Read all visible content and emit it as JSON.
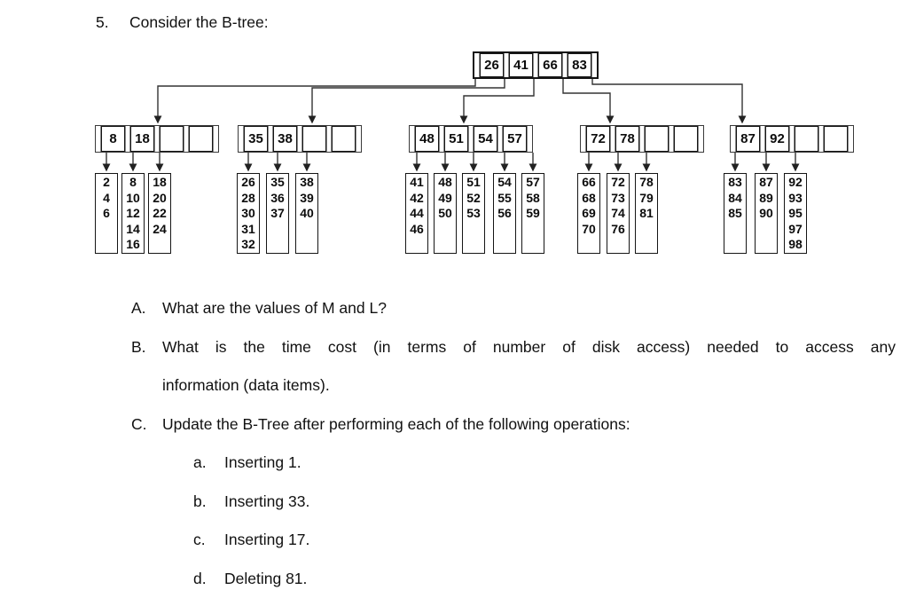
{
  "document": {
    "question_number": "5.",
    "question_title": "Consider the B-tree:"
  },
  "btree": {
    "root": {
      "keys": [
        "26",
        "41",
        "66",
        "83"
      ]
    },
    "internal_nodes": [
      {
        "keys": [
          "8",
          "18",
          "",
          ""
        ]
      },
      {
        "keys": [
          "35",
          "38",
          "",
          ""
        ]
      },
      {
        "keys": [
          "48",
          "51",
          "54",
          "57"
        ]
      },
      {
        "keys": [
          "72",
          "78",
          "",
          ""
        ]
      },
      {
        "keys": [
          "87",
          "92",
          "",
          ""
        ]
      }
    ],
    "leaf_groups": [
      [
        [
          "2",
          "4",
          "6"
        ],
        [
          "8",
          "10",
          "12",
          "14",
          "16"
        ],
        [
          "18",
          "20",
          "22",
          "24"
        ]
      ],
      [
        [
          "26",
          "28",
          "30",
          "31",
          "32"
        ],
        [
          "35",
          "36",
          "37"
        ],
        [
          "38",
          "39",
          "40"
        ]
      ],
      [
        [
          "41",
          "42",
          "44",
          "46"
        ],
        [
          "48",
          "49",
          "50"
        ],
        [
          "51",
          "52",
          "53"
        ],
        [
          "54",
          "55",
          "56"
        ],
        [
          "57",
          "58",
          "59"
        ]
      ],
      [
        [
          "66",
          "68",
          "69",
          "70"
        ],
        [
          "72",
          "73",
          "74",
          "76"
        ],
        [
          "78",
          "79",
          "81"
        ]
      ],
      [
        [
          "83",
          "84",
          "85"
        ],
        [
          "87",
          "89",
          "90"
        ],
        [
          "92",
          "93",
          "95",
          "97",
          "98"
        ]
      ]
    ]
  },
  "questions": [
    {
      "label": "A.",
      "justify": false,
      "lines": [
        "What are the values of M and L?"
      ]
    },
    {
      "label": "B.",
      "justify": true,
      "lines": [
        "What is the time cost (in terms of number of disk access) needed to access any",
        "information (data items)."
      ]
    },
    {
      "label": "C.",
      "justify": false,
      "lines": [
        "Update the B-Tree after performing each of the following operations:"
      ]
    }
  ],
  "operations": [
    {
      "label": "a.",
      "text": "Inserting 1."
    },
    {
      "label": "b.",
      "text": "Inserting 33."
    },
    {
      "label": "c.",
      "text": "Inserting 17."
    },
    {
      "label": "d.",
      "text": "Deleting 81."
    }
  ]
}
